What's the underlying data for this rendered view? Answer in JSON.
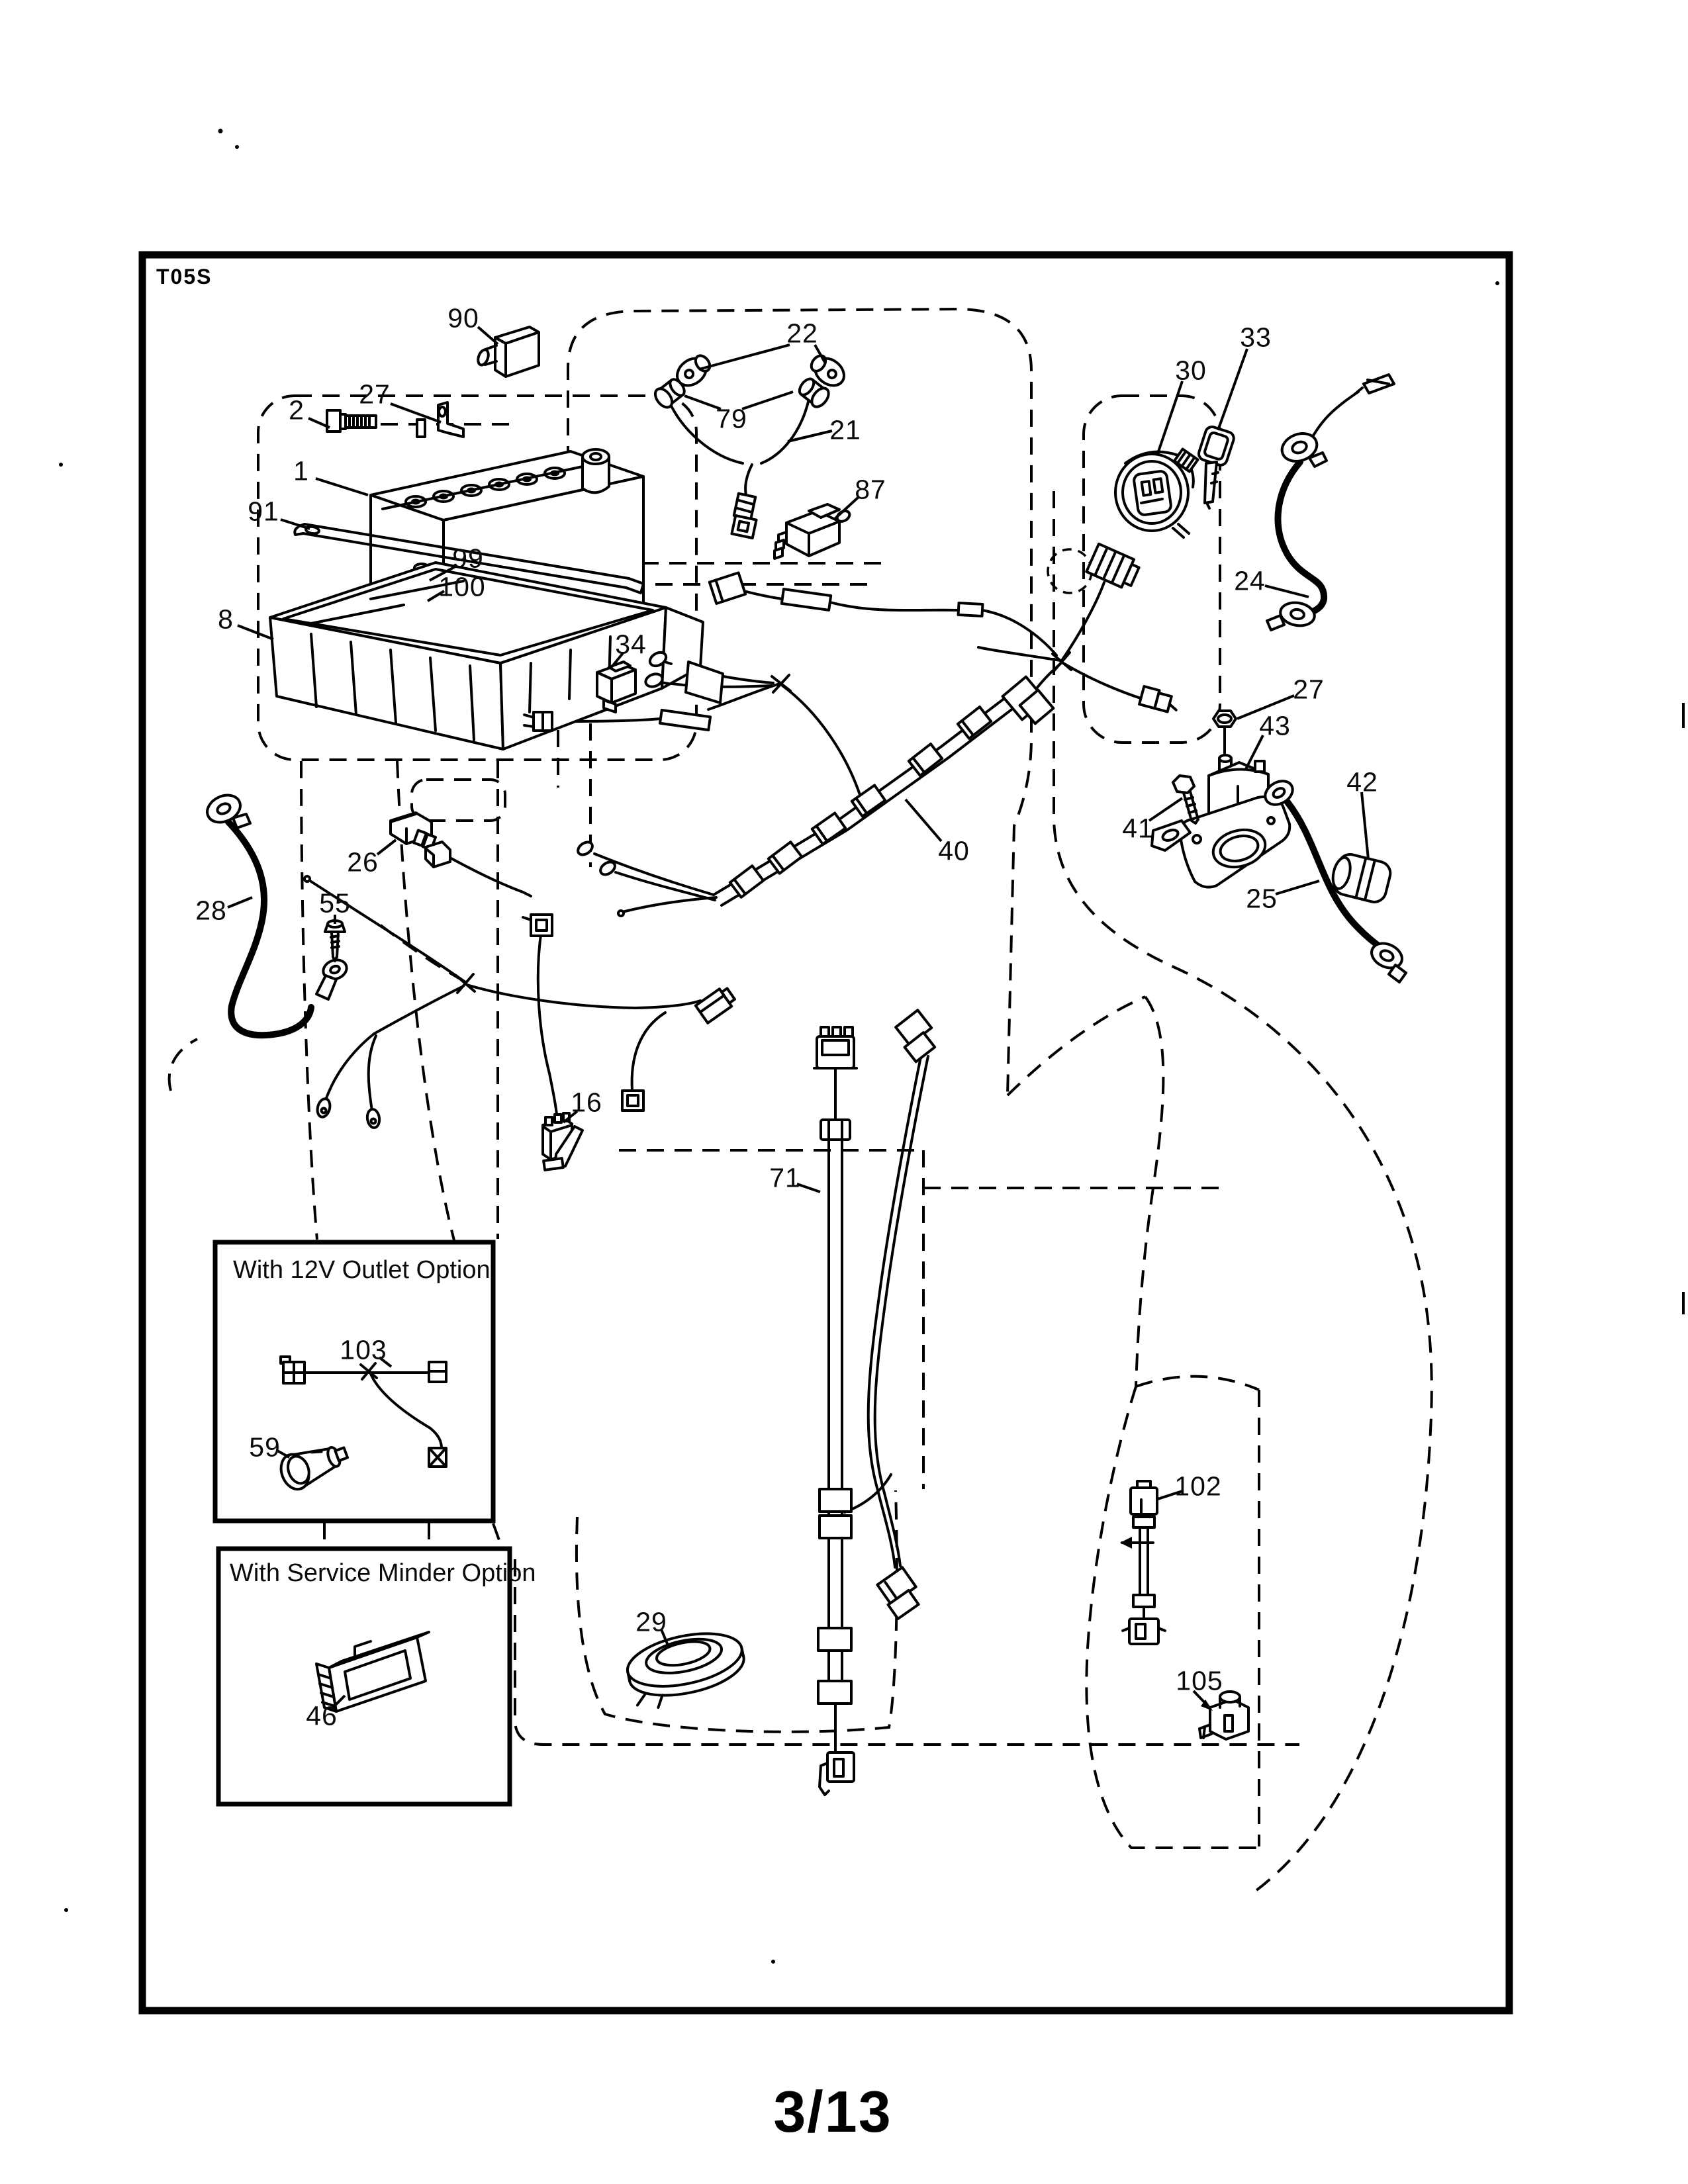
{
  "page": {
    "diagram_code": "T05S",
    "page_number": "3/13"
  },
  "option_boxes": {
    "outlet_12v": {
      "title": "With 12V Outlet Option"
    },
    "service_minder": {
      "title": "With Service Minder Option"
    }
  },
  "callouts": [
    {
      "label": "90"
    },
    {
      "label": "27"
    },
    {
      "label": "2"
    },
    {
      "label": "1"
    },
    {
      "label": "91"
    },
    {
      "label": "99"
    },
    {
      "label": "100"
    },
    {
      "label": "8"
    },
    {
      "label": "22"
    },
    {
      "label": "79"
    },
    {
      "label": "21"
    },
    {
      "label": "87"
    },
    {
      "label": "30"
    },
    {
      "label": "33"
    },
    {
      "label": "24"
    },
    {
      "label": "34"
    },
    {
      "label": "26"
    },
    {
      "label": "28"
    },
    {
      "label": "55"
    },
    {
      "label": "40"
    },
    {
      "label": "41"
    },
    {
      "label": "27"
    },
    {
      "label": "43"
    },
    {
      "label": "42"
    },
    {
      "label": "25"
    },
    {
      "label": "16"
    },
    {
      "label": "71"
    },
    {
      "label": "103"
    },
    {
      "label": "59"
    },
    {
      "label": "46"
    },
    {
      "label": "29"
    },
    {
      "label": "102"
    },
    {
      "label": "105"
    }
  ]
}
